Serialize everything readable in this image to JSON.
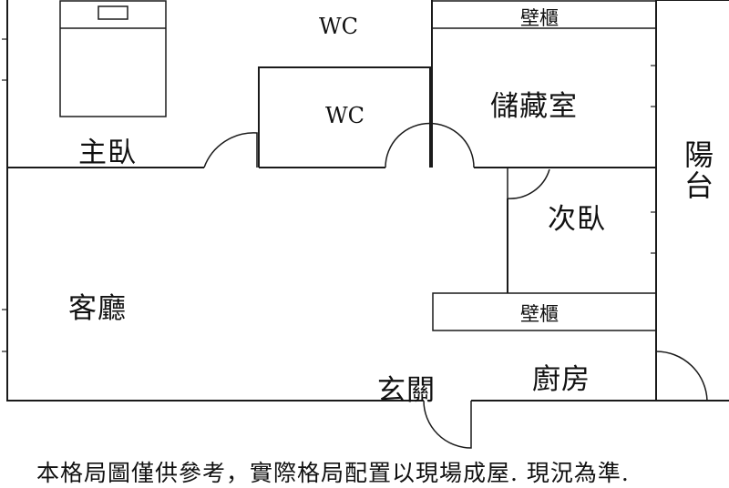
{
  "rooms": {
    "master_bedroom": "主臥",
    "wc_top": "WC",
    "wc_middle": "WC",
    "closet_top": "壁櫃",
    "storage": "儲藏室",
    "balcony": "陽台",
    "second_bedroom": "次臥",
    "living_room": "客廳",
    "closet_bottom": "壁櫃",
    "kitchen": "廚房",
    "entrance": "玄關"
  },
  "footer": {
    "disclaimer": "本格局圖僅供參考，實際格局配置以現場成屋. 現況為準."
  },
  "colors": {
    "line": "#1a1a1a",
    "background": "#ffffff",
    "text": "#111111"
  }
}
